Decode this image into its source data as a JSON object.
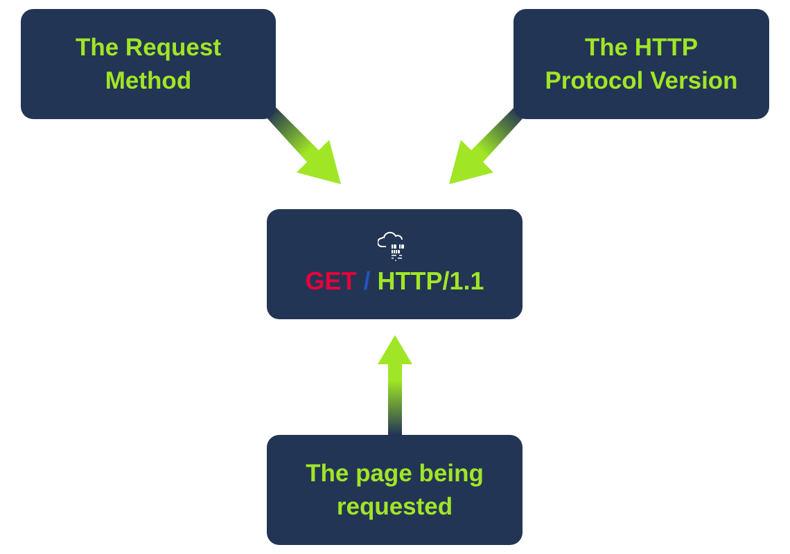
{
  "boxes": {
    "method": {
      "line1": "The Request",
      "line2": "Method"
    },
    "version": {
      "line1": "The HTTP",
      "line2": "Protocol Version"
    },
    "page": {
      "line1": "The page being",
      "line2": "requested"
    }
  },
  "request_line": {
    "method": "GET",
    "path": "/",
    "version": "HTTP/1.1",
    "icon": "cloud-binary-icon"
  },
  "colors": {
    "box": "#233554",
    "accent_green": "#a0e626",
    "method_red": "#e8003a",
    "path_blue": "#2354c0"
  }
}
